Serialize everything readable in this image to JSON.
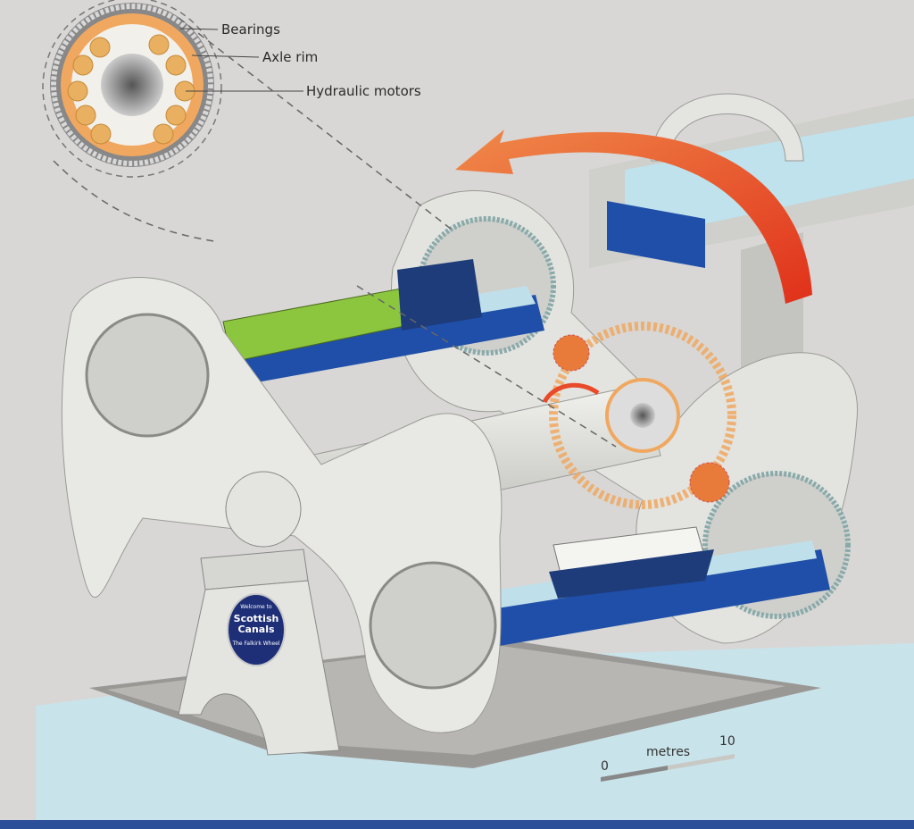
{
  "inset": {
    "labels": {
      "bearings": "Bearings",
      "axle_rim": "Axle rim",
      "hydraulic_motors": "Hydraulic motors"
    }
  },
  "sign": {
    "top": "Welcome to",
    "name": "Scottish Canals",
    "bottom": "The Falkirk Wheel"
  },
  "scale_bar": {
    "start": "0",
    "unit": "metres",
    "end": "10"
  },
  "colors": {
    "background": "#d8d7d5",
    "structure": "#e6e6e2",
    "caisson_blue": "#1f4fa8",
    "water": "#bfe0ea",
    "gear_orange": "#f0a860",
    "arrow_red": "#e84a2a",
    "boat_green": "#8cc63f"
  }
}
